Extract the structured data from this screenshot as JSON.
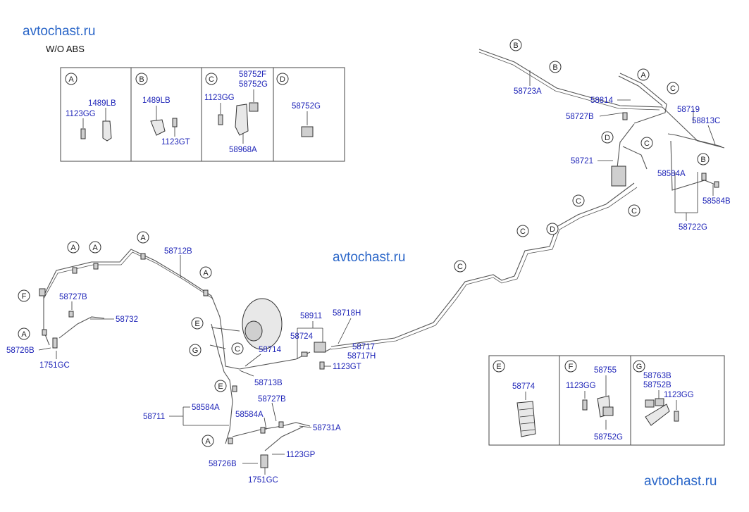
{
  "watermarks": [
    "avtochast.ru",
    "avtochast.ru",
    "avtochast.ru"
  ],
  "subtitle": "W/O ABS",
  "detail_boxes_top": [
    {
      "letter": "A",
      "parts": [
        "1489LB",
        "1123GG"
      ]
    },
    {
      "letter": "B",
      "parts": [
        "1489LB",
        "1123GT"
      ]
    },
    {
      "letter": "C",
      "parts": [
        "58752F",
        "58752G",
        "1123GG",
        "58968A"
      ]
    },
    {
      "letter": "D",
      "parts": [
        "58752G"
      ]
    }
  ],
  "detail_boxes_bottom": [
    {
      "letter": "E",
      "parts": [
        "58774"
      ]
    },
    {
      "letter": "F",
      "parts": [
        "58755",
        "1123GG",
        "58752G"
      ]
    },
    {
      "letter": "G",
      "parts": [
        "58763B",
        "58752B",
        "1123GG"
      ]
    }
  ],
  "callouts": [
    "B",
    "B",
    "A",
    "C",
    "D",
    "C",
    "B",
    "C",
    "C",
    "C",
    "D",
    "C",
    "A",
    "A",
    "A",
    "A",
    "F",
    "A",
    "E",
    "G",
    "C",
    "E",
    "A"
  ],
  "part_labels": {
    "p58723A": "58723A",
    "p58814": "58814",
    "p58727B_r": "58727B",
    "p58719": "58719",
    "p58813C": "58813C",
    "p58721": "58721",
    "p58584A_r": "58584A",
    "p58584B": "58584B",
    "p58722G": "58722G",
    "p58712B": "58712B",
    "p58727B_l": "58727B",
    "p58732": "58732",
    "p58726B_l": "58726B",
    "p1751GC_l": "1751GC",
    "p58911": "58911",
    "p58718H": "58718H",
    "p58724": "58724",
    "p58717": "58717",
    "p58717H": "58717H",
    "p58714": "58714",
    "p1123GT": "1123GT",
    "p58713B": "58713B",
    "p58711": "58711",
    "p58584A_b1": "58584A",
    "p58584A_b2": "58584A",
    "p58727B_b": "58727B",
    "p58731A": "58731A",
    "p58726B_b": "58726B",
    "p1123GP": "1123GP",
    "p1751GC_b": "1751GC"
  }
}
